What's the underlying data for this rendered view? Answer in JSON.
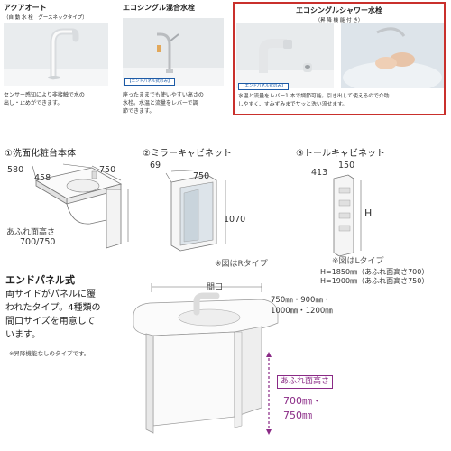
{
  "faucets": [
    {
      "title": "アクアオート",
      "subtitle": "（自 動 水 栓　グースネックタイプ）",
      "description_lines": [
        "センサー感知により非接触で水の",
        "出し・止めができます。"
      ]
    },
    {
      "title": "エコシングル混合水栓",
      "tag": "【エンドパネル式のみ】",
      "description_lines": [
        "座ったままでも使いやすい高さの",
        "水栓。水温と流量をレバーで調",
        "節できます。"
      ]
    },
    {
      "title": "エコシングルシャワー水栓",
      "subtitle": "（昇 降 機 能 付 き）",
      "tag": "【エンドパネル式のみ】",
      "description_lines": [
        "水温と流量をレバー1 本で調節可能。引き出して使えるので介助",
        "しやすく、すみずみまでサッと洗い流せます。"
      ]
    }
  ],
  "sections": {
    "vanity": {
      "heading": "①洗面化粧台本体",
      "dim_580": "580",
      "dim_458": "458",
      "dim_750": "750",
      "height_label": "あふれ面高さ",
      "height_value": "700/750"
    },
    "mirror": {
      "heading": "②ミラーキャビネット",
      "dim_69": "69",
      "dim_750": "750",
      "dim_1070": "1070",
      "note": "※図はRタイプ"
    },
    "tall": {
      "heading": "③トールキャビネット",
      "dim_413": "413",
      "dim_150": "150",
      "dim_h": "H",
      "note": "※図はLタイプ",
      "spec_lines": [
        "H=1850㎜（あふれ面高さ700）",
        "H=1900㎜（あふれ面高さ750）"
      ]
    }
  },
  "end_panel": {
    "title": "エンドパネル式",
    "text_lines": [
      "両サイドがパネルに覆",
      "われたタイプ。4種類の",
      "間口サイズを用意して",
      "います。"
    ],
    "note": "※昇降機能なしのタイプです。",
    "frontage_label": "間口",
    "frontage_sizes": [
      "750㎜・900㎜・",
      "1000㎜・1200㎜"
    ],
    "height_badge": "あふれ面高さ",
    "height_values": [
      "700㎜・",
      "750㎜"
    ]
  },
  "colors": {
    "highlight_border": "#c9302c",
    "accent_purple": "#8a2a86",
    "tag_blue": "#1c5aa6"
  }
}
